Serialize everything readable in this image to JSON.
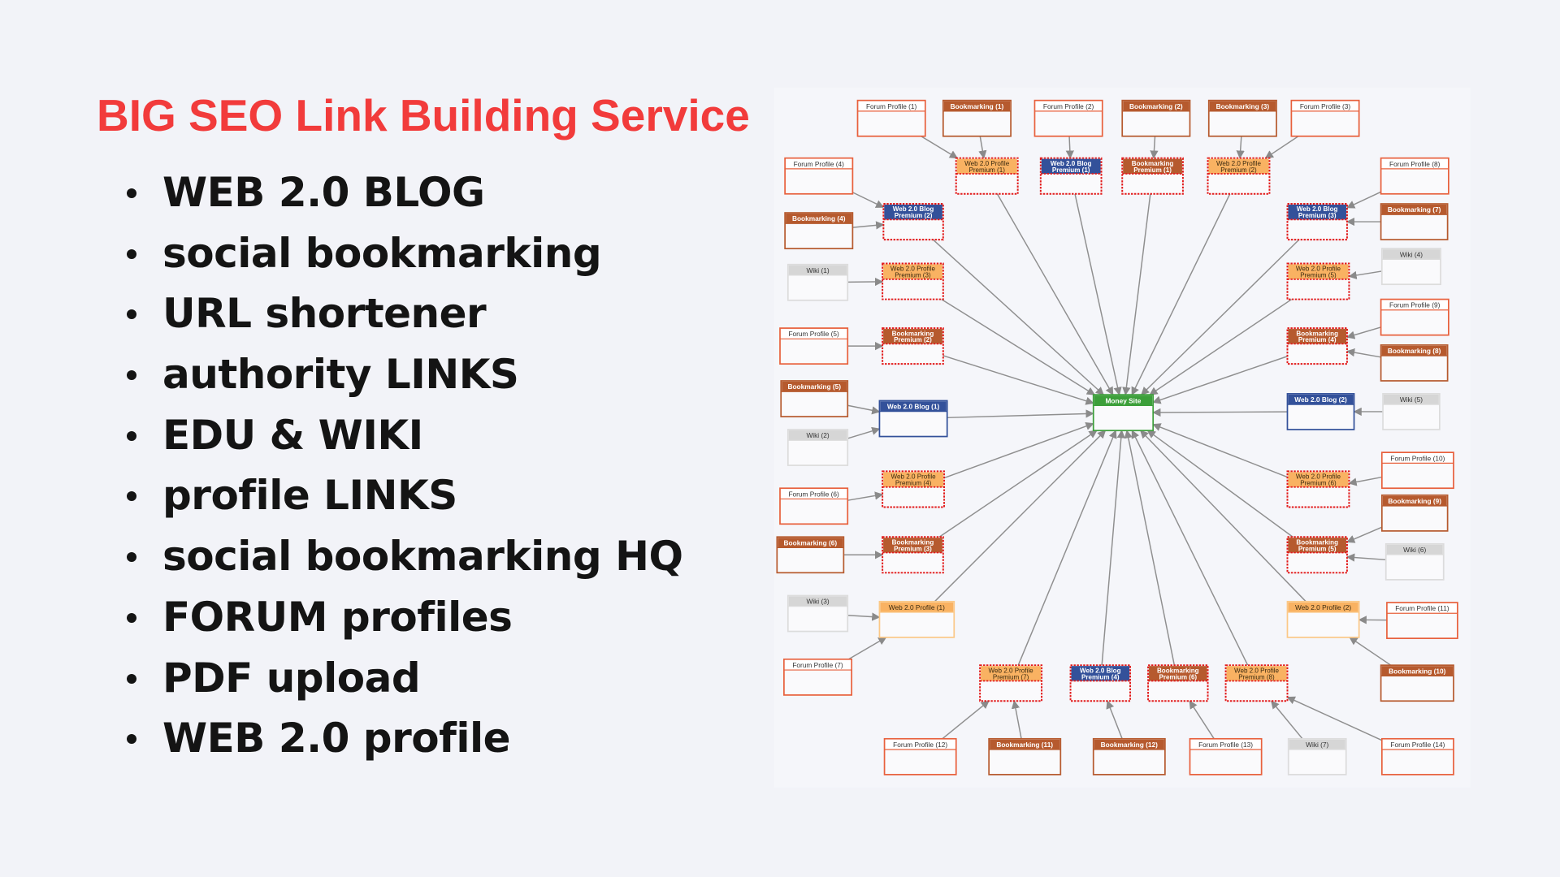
{
  "title": "BIG SEO Link Building Service",
  "features": [
    "WEB 2.0 BLOG",
    "social bookmarking",
    "URL shortener",
    "authority LINKS",
    "EDU & WIKI",
    "profile LINKS",
    "social bookmarking HQ",
    "FORUM profiles",
    "PDF upload",
    "WEB 2.0 profile"
  ],
  "colors": {
    "title": "#f23b3b",
    "forum": "#e8603c",
    "bookmark": "#b65a2e",
    "wiki": "#d6d6d6",
    "premium_border": "#e21b1b",
    "blog": "#33519a",
    "profile": "#f9b262",
    "money": "#3c9f3a"
  },
  "diagram": {
    "nodes": [
      {
        "id": "money",
        "type": "money",
        "label": [
          "Money Site"
        ]
      },
      {
        "id": "fp1",
        "type": "forum",
        "label": [
          "Forum Profile (1)"
        ]
      },
      {
        "id": "bm1",
        "type": "bookmark",
        "label": [
          "Bookmarking (1)"
        ]
      },
      {
        "id": "fp2",
        "type": "forum",
        "label": [
          "Forum Profile (2)"
        ]
      },
      {
        "id": "bm2",
        "type": "bookmark",
        "label": [
          "Bookmarking (2)"
        ]
      },
      {
        "id": "bm3",
        "type": "bookmark",
        "label": [
          "Bookmarking (3)"
        ]
      },
      {
        "id": "fp3",
        "type": "forum",
        "label": [
          "Forum Profile (3)"
        ]
      },
      {
        "id": "w2pp1",
        "type": "profile-premium",
        "label": [
          "Web 2.0 Profile",
          "Premium (1)"
        ]
      },
      {
        "id": "w2bp1",
        "type": "blog-premium",
        "label": [
          "Web 2.0 Blog",
          "Premium (1)"
        ]
      },
      {
        "id": "bmp1",
        "type": "bookmark-premium",
        "label": [
          "Bookmarking",
          "Premium (1)"
        ]
      },
      {
        "id": "w2pp2",
        "type": "profile-premium",
        "label": [
          "Web 2.0 Profile",
          "Premium (2)"
        ]
      },
      {
        "id": "fp4",
        "type": "forum",
        "label": [
          "Forum Profile (4)"
        ]
      },
      {
        "id": "bm4",
        "type": "bookmark",
        "label": [
          "Bookmarking (4)"
        ]
      },
      {
        "id": "wiki1",
        "type": "wiki",
        "label": [
          "Wiki (1)"
        ]
      },
      {
        "id": "fp5",
        "type": "forum",
        "label": [
          "Forum Profile (5)"
        ]
      },
      {
        "id": "bm5",
        "type": "bookmark",
        "label": [
          "Bookmarking (5)"
        ]
      },
      {
        "id": "wiki2",
        "type": "wiki",
        "label": [
          "Wiki (2)"
        ]
      },
      {
        "id": "fp6",
        "type": "forum",
        "label": [
          "Forum Profile (6)"
        ]
      },
      {
        "id": "bm6",
        "type": "bookmark",
        "label": [
          "Bookmarking (6)"
        ]
      },
      {
        "id": "wiki3",
        "type": "wiki",
        "label": [
          "Wiki (3)"
        ]
      },
      {
        "id": "fp7",
        "type": "forum",
        "label": [
          "Forum Profile (7)"
        ]
      },
      {
        "id": "w2bp2",
        "type": "blog-premium",
        "label": [
          "Web 2.0 Blog",
          "Premium (2)"
        ]
      },
      {
        "id": "w2pp3",
        "type": "profile-premium",
        "label": [
          "Web 2.0 Profile",
          "Premium (3)"
        ]
      },
      {
        "id": "bmp2",
        "type": "bookmark-premium",
        "label": [
          "Bookmarking",
          "Premium (2)"
        ]
      },
      {
        "id": "w2b1",
        "type": "blog",
        "label": [
          "Web 2.0 Blog (1)"
        ]
      },
      {
        "id": "w2pp4",
        "type": "profile-premium",
        "label": [
          "Web 2.0 Profile",
          "Premium (4)"
        ]
      },
      {
        "id": "bmp3",
        "type": "bookmark-premium",
        "label": [
          "Bookmarking",
          "Premium (3)"
        ]
      },
      {
        "id": "w2p1",
        "type": "profile",
        "label": [
          "Web 2.0 Profile (1)"
        ]
      },
      {
        "id": "w2bp3",
        "type": "blog-premium",
        "label": [
          "Web 2.0 Blog",
          "Premium (3)"
        ]
      },
      {
        "id": "w2pp5",
        "type": "profile-premium",
        "label": [
          "Web 2.0 Profile",
          "Premium (5)"
        ]
      },
      {
        "id": "bmp4",
        "type": "bookmark-premium",
        "label": [
          "Bookmarking",
          "Premium (4)"
        ]
      },
      {
        "id": "w2b2",
        "type": "blog",
        "label": [
          "Web 2.0 Blog (2)"
        ]
      },
      {
        "id": "w2pp6",
        "type": "profile-premium",
        "label": [
          "Web 2.0 Profile",
          "Premium (6)"
        ]
      },
      {
        "id": "bmp5",
        "type": "bookmark-premium",
        "label": [
          "Bookmarking",
          "Premium (5)"
        ]
      },
      {
        "id": "w2p2",
        "type": "profile",
        "label": [
          "Web 2.0 Profile (2)"
        ]
      },
      {
        "id": "fp8",
        "type": "forum",
        "label": [
          "Forum Profile (8)"
        ]
      },
      {
        "id": "bm7",
        "type": "bookmark",
        "label": [
          "Bookmarking (7)"
        ]
      },
      {
        "id": "wiki4",
        "type": "wiki",
        "label": [
          "Wiki (4)"
        ]
      },
      {
        "id": "fp9",
        "type": "forum",
        "label": [
          "Forum Profile (9)"
        ]
      },
      {
        "id": "bm8",
        "type": "bookmark",
        "label": [
          "Bookmarking (8)"
        ]
      },
      {
        "id": "wiki5",
        "type": "wiki",
        "label": [
          "Wiki (5)"
        ]
      },
      {
        "id": "fp10",
        "type": "forum",
        "label": [
          "Forum Profile (10)"
        ]
      },
      {
        "id": "bm9",
        "type": "bookmark",
        "label": [
          "Bookmarking (9)"
        ]
      },
      {
        "id": "wiki6",
        "type": "wiki",
        "label": [
          "Wiki (6)"
        ]
      },
      {
        "id": "fp11",
        "type": "forum",
        "label": [
          "Forum Profile (11)"
        ]
      },
      {
        "id": "bm10",
        "type": "bookmark",
        "label": [
          "Bookmarking (10)"
        ]
      },
      {
        "id": "w2pp7",
        "type": "profile-premium",
        "label": [
          "Web 2.0 Profile",
          "Premium (7)"
        ]
      },
      {
        "id": "w2bp4",
        "type": "blog-premium",
        "label": [
          "Web 2.0 Blog",
          "Premium (4)"
        ]
      },
      {
        "id": "bmp6",
        "type": "bookmark-premium",
        "label": [
          "Bookmarking",
          "Premium (6)"
        ]
      },
      {
        "id": "w2pp8",
        "type": "profile-premium",
        "label": [
          "Web 2.0 Profile",
          "Premium (8)"
        ]
      },
      {
        "id": "fp12",
        "type": "forum",
        "label": [
          "Forum Profile (12)"
        ]
      },
      {
        "id": "bm11",
        "type": "bookmark",
        "label": [
          "Bookmarking (11)"
        ]
      },
      {
        "id": "bm12",
        "type": "bookmark",
        "label": [
          "Bookmarking (12)"
        ]
      },
      {
        "id": "fp13",
        "type": "forum",
        "label": [
          "Forum Profile (13)"
        ]
      },
      {
        "id": "wiki7",
        "type": "wiki",
        "label": [
          "Wiki (7)"
        ]
      },
      {
        "id": "fp14",
        "type": "forum",
        "label": [
          "Forum Profile (14)"
        ]
      }
    ],
    "edges": [
      [
        "w2pp1",
        "money"
      ],
      [
        "w2bp1",
        "money"
      ],
      [
        "bmp1",
        "money"
      ],
      [
        "w2pp2",
        "money"
      ],
      [
        "w2bp2",
        "money"
      ],
      [
        "w2pp3",
        "money"
      ],
      [
        "bmp2",
        "money"
      ],
      [
        "w2b1",
        "money"
      ],
      [
        "w2pp4",
        "money"
      ],
      [
        "bmp3",
        "money"
      ],
      [
        "w2p1",
        "money"
      ],
      [
        "w2bp3",
        "money"
      ],
      [
        "w2pp5",
        "money"
      ],
      [
        "bmp4",
        "money"
      ],
      [
        "w2b2",
        "money"
      ],
      [
        "w2pp6",
        "money"
      ],
      [
        "bmp5",
        "money"
      ],
      [
        "w2p2",
        "money"
      ],
      [
        "w2pp7",
        "money"
      ],
      [
        "w2bp4",
        "money"
      ],
      [
        "bmp6",
        "money"
      ],
      [
        "w2pp8",
        "money"
      ],
      [
        "fp1",
        "w2pp1"
      ],
      [
        "bm1",
        "w2pp1"
      ],
      [
        "fp2",
        "w2bp1"
      ],
      [
        "bm2",
        "bmp1"
      ],
      [
        "bm3",
        "w2pp2"
      ],
      [
        "fp3",
        "w2pp2"
      ],
      [
        "fp4",
        "w2bp2"
      ],
      [
        "bm4",
        "w2bp2"
      ],
      [
        "wiki1",
        "w2pp3"
      ],
      [
        "fp5",
        "bmp2"
      ],
      [
        "bm5",
        "w2b1"
      ],
      [
        "wiki2",
        "w2b1"
      ],
      [
        "fp6",
        "w2pp4"
      ],
      [
        "bm6",
        "bmp3"
      ],
      [
        "wiki3",
        "w2p1"
      ],
      [
        "fp7",
        "w2p1"
      ],
      [
        "fp8",
        "w2bp3"
      ],
      [
        "bm7",
        "w2bp3"
      ],
      [
        "wiki4",
        "w2pp5"
      ],
      [
        "fp9",
        "bmp4"
      ],
      [
        "bm8",
        "bmp4"
      ],
      [
        "wiki5",
        "w2b2"
      ],
      [
        "fp10",
        "w2pp6"
      ],
      [
        "bm9",
        "bmp5"
      ],
      [
        "wiki6",
        "bmp5"
      ],
      [
        "fp11",
        "w2p2"
      ],
      [
        "bm10",
        "w2p2"
      ],
      [
        "fp12",
        "w2pp7"
      ],
      [
        "bm11",
        "w2pp7"
      ],
      [
        "bm12",
        "w2bp4"
      ],
      [
        "fp13",
        "bmp6"
      ],
      [
        "wiki7",
        "w2pp8"
      ],
      [
        "fp14",
        "w2pp8"
      ]
    ]
  }
}
